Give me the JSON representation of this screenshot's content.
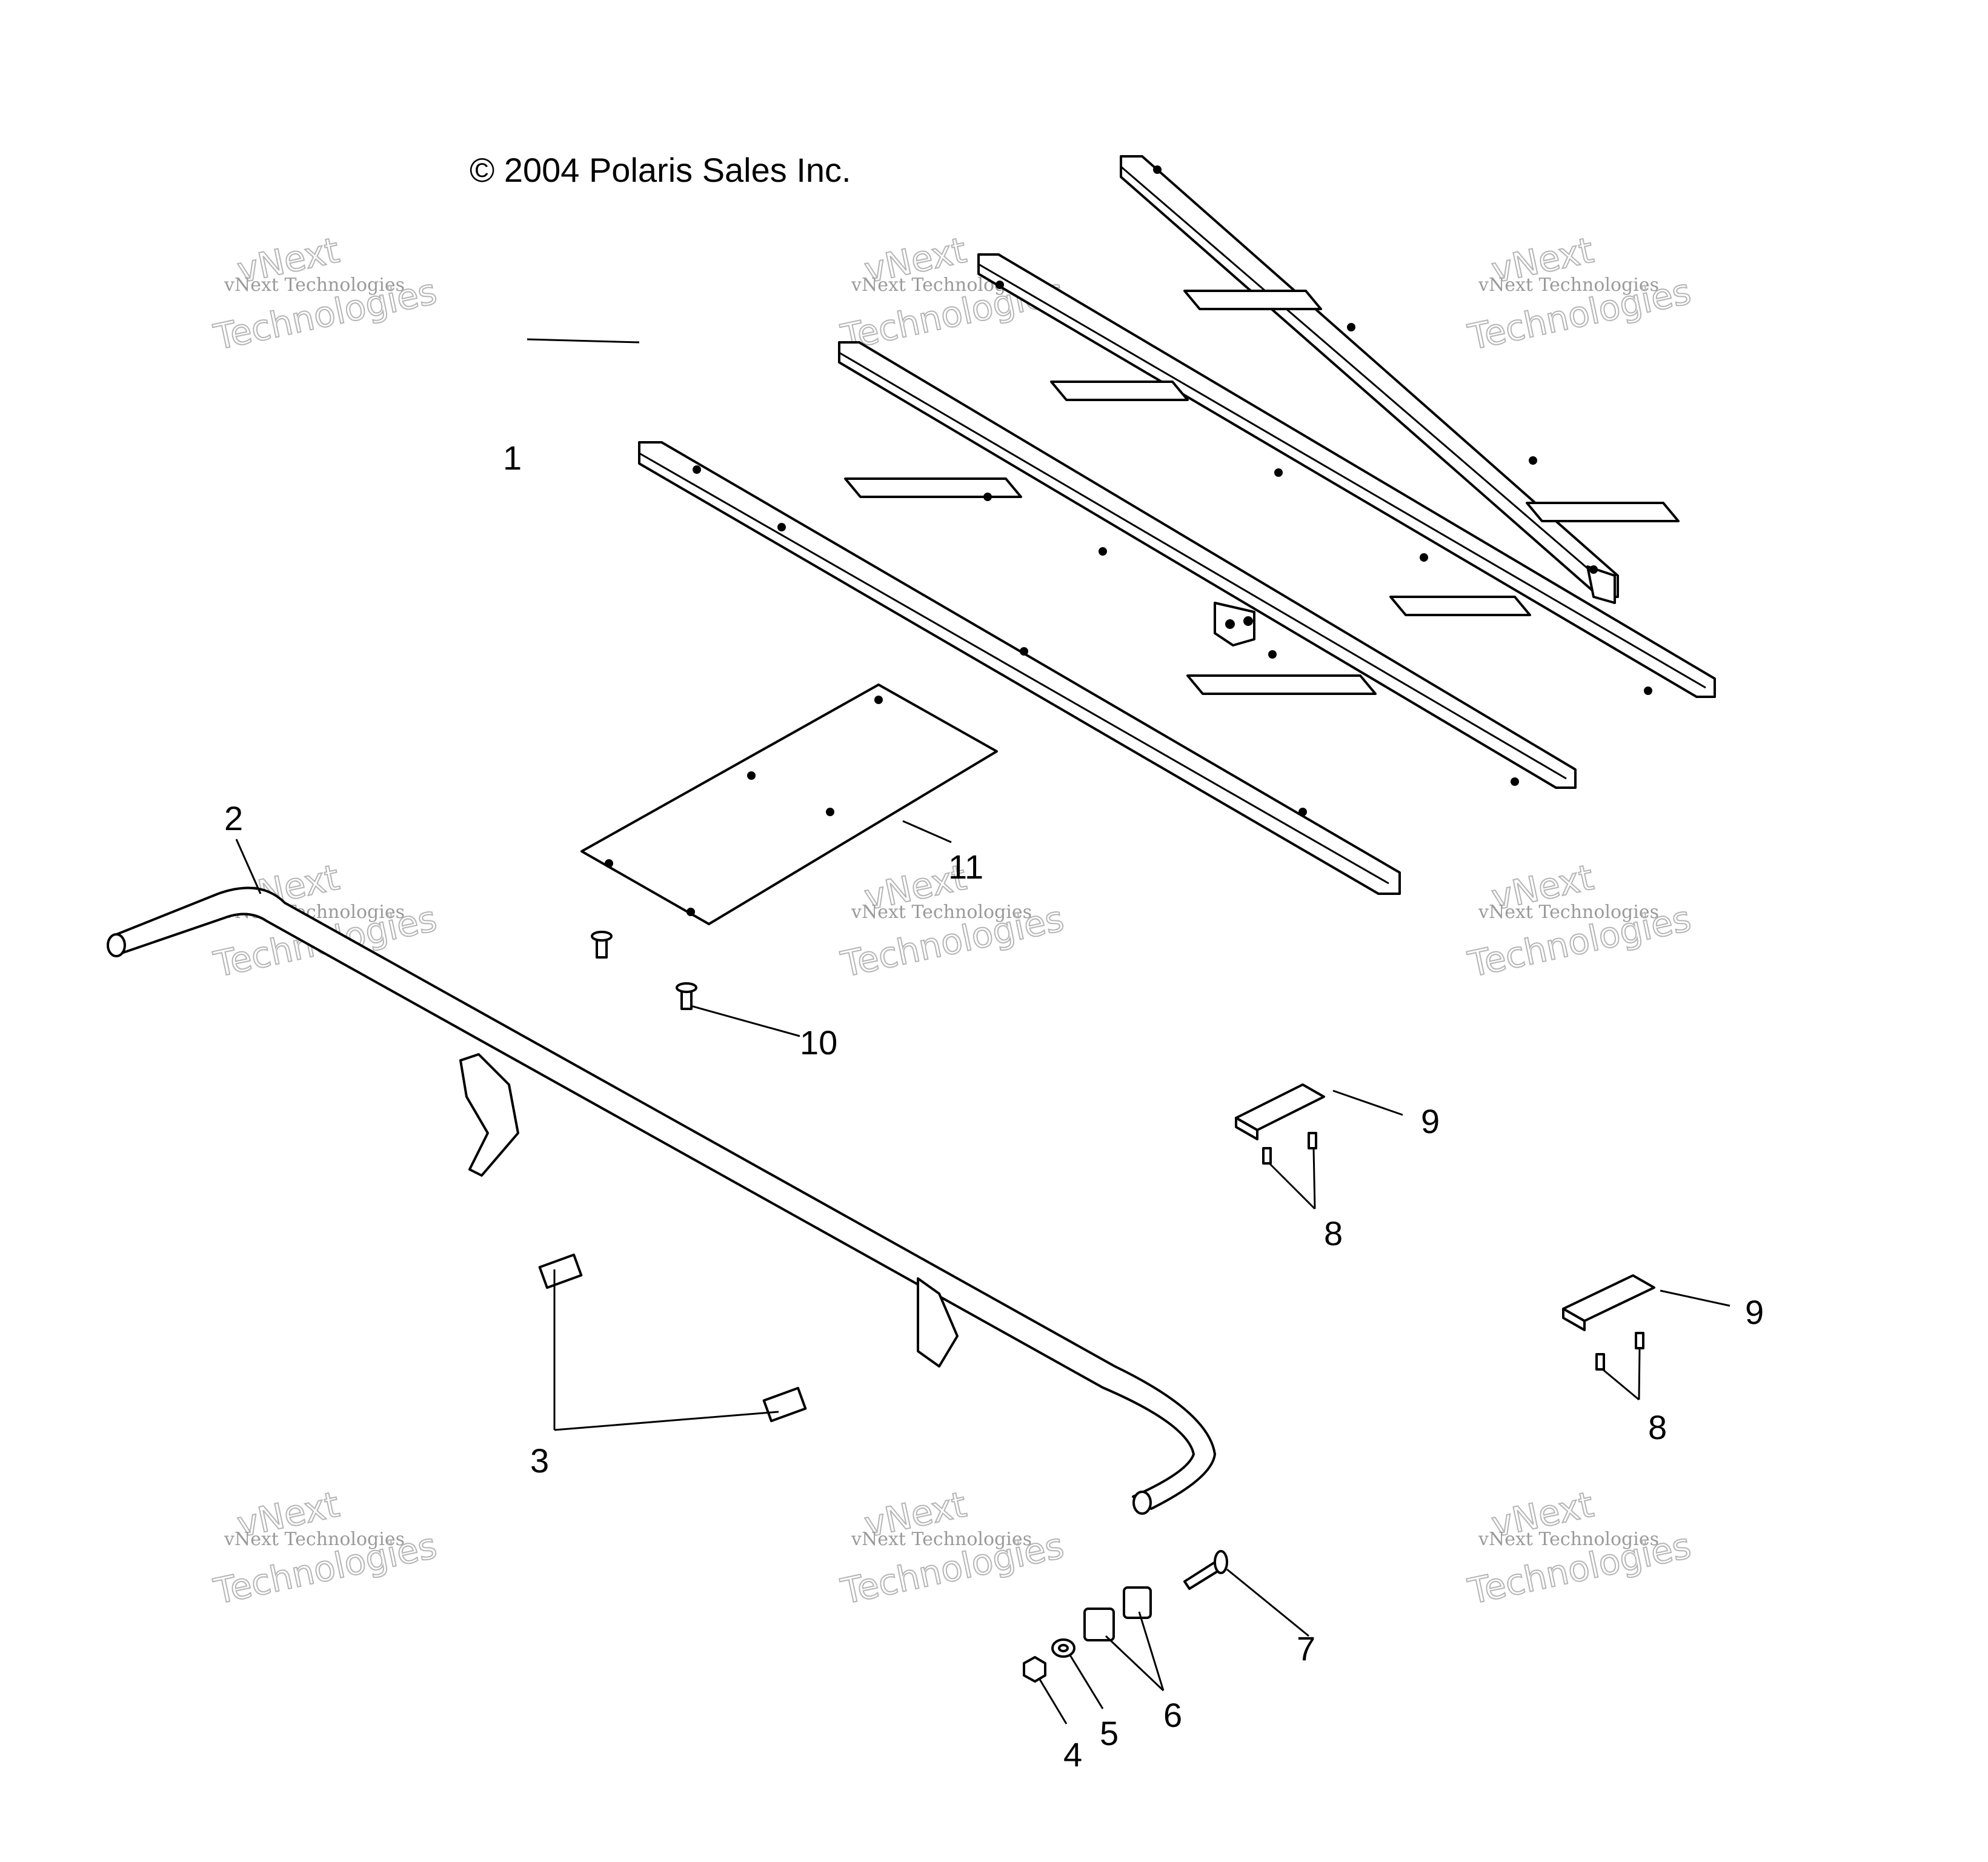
{
  "copyright": "© 2004 Polaris Sales Inc.",
  "watermark": {
    "line1": "vNext Technologies",
    "line2": "vNext",
    "line3": "Technologies"
  },
  "callouts": [
    {
      "id": "c1",
      "label": "1"
    },
    {
      "id": "c2",
      "label": "2"
    },
    {
      "id": "c3",
      "label": "3"
    },
    {
      "id": "c4",
      "label": "4"
    },
    {
      "id": "c5",
      "label": "5"
    },
    {
      "id": "c6",
      "label": "6"
    },
    {
      "id": "c7",
      "label": "7"
    },
    {
      "id": "c8a",
      "label": "8"
    },
    {
      "id": "c8b",
      "label": "8"
    },
    {
      "id": "c9a",
      "label": "9"
    },
    {
      "id": "c9b",
      "label": "9"
    },
    {
      "id": "c10",
      "label": "10"
    },
    {
      "id": "c11",
      "label": "11"
    }
  ]
}
